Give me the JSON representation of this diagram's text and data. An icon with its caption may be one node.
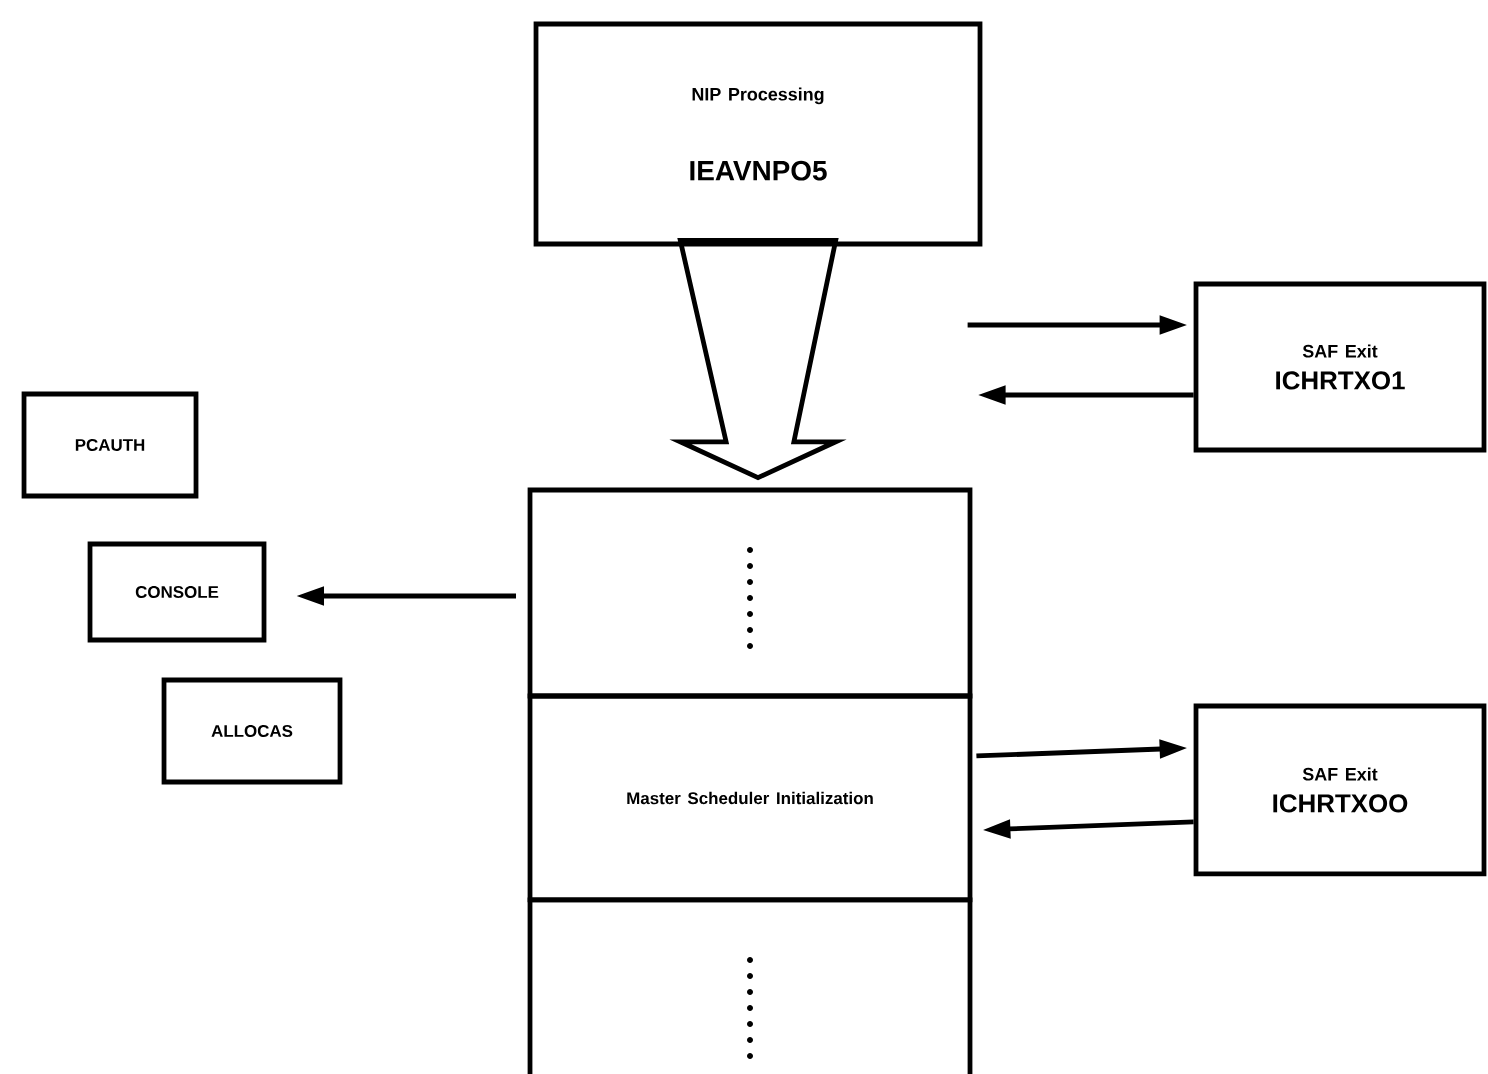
{
  "diagram": {
    "nodes": [
      {
        "text": [
          "NIP Processing",
          "IEAVNPO5"
        ]
      },
      {
        "text": [],
        "shape": "box"
      },
      {
        "text": [
          "Master Scheduler Initialization"
        ]
      },
      {
        "text": [],
        "shape": "box"
      },
      {
        "text": [
          "SAF Exit",
          "ICHRTXO1"
        ]
      },
      {
        "text": [
          "SAF Exit",
          "ICHRTXOO"
        ]
      },
      {
        "text": [
          "PCAUTH"
        ]
      },
      {
        "text": [
          "CONSOLE"
        ]
      },
      {
        "text": [
          "ALLOCAS"
        ]
      }
    ],
    "edges": [
      {
        "from": 0,
        "to": 1,
        "arrow": "to",
        "style": "thick"
      },
      {
        "from": null,
        "to": 4,
        "arrow": "to"
      },
      {
        "from": 4,
        "to": null,
        "arrow": "to"
      },
      {
        "from": 1,
        "to": 7,
        "arrow": "to"
      },
      {
        "from": 2,
        "to": 5,
        "arrow": "to"
      },
      {
        "from": 5,
        "to": 2,
        "arrow": "to"
      }
    ]
  }
}
